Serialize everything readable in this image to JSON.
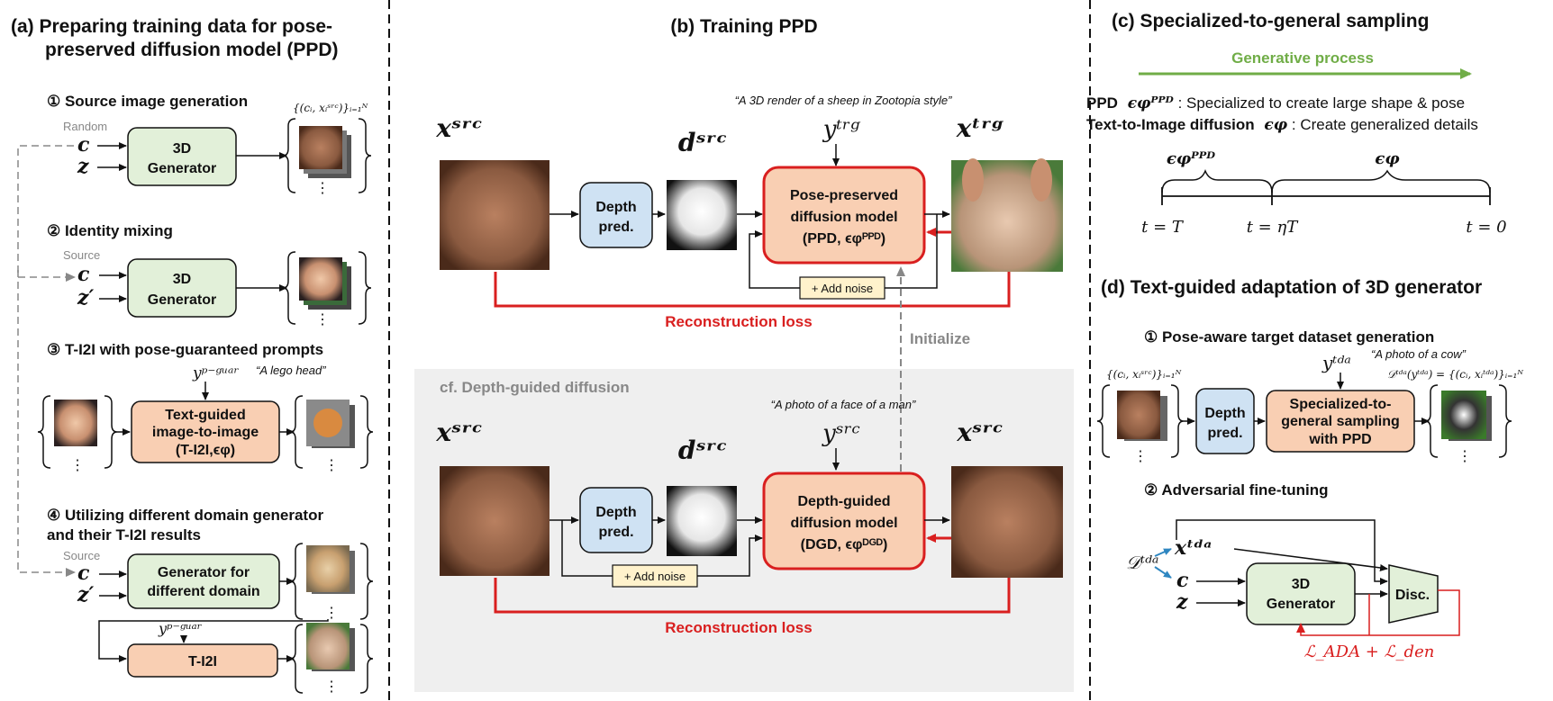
{
  "panel_a": {
    "title_line1": "(a) Preparing training data for pose-",
    "title_line2": "preserved diffusion model (PPD)",
    "step1": "① Source image generation",
    "step1_set": "{(cᵢ, xᵢˢʳᶜ)}ᵢ₌₁ᴺ",
    "random": "Random",
    "var_c": "c",
    "var_z": "z",
    "var_zp": "z′",
    "gen_line1": "3D",
    "gen_line2": "Generator",
    "step2": "② Identity mixing",
    "source": "Source",
    "step3": "③ T-I2I with pose-guaranteed prompts",
    "y_pguar": "yᵖ⁻ᵍᵘᵃʳ",
    "prompt_lego": "“A lego head”",
    "ti2i_line1": "Text-guided",
    "ti2i_line2": "image-to-image",
    "ti2i_line3": "(T-I2I,ϵφ)",
    "step4_line1": "④ Utilizing different domain generator",
    "step4_line2": "and their T-I2I results",
    "diffgen_line1": "Generator for",
    "diffgen_line2": "different domain",
    "ti2i_short": "T-I2I",
    "vdots": "⋮"
  },
  "panel_b": {
    "title": "(b) Training PPD",
    "x_src": "xˢʳᶜ",
    "d_src": "dˢʳᶜ",
    "y_trg": "yᵗʳᵍ",
    "x_trg": "xᵗʳᵍ",
    "prompt_sheep": "“A 3D render of a sheep in Zootopia style”",
    "depth_line1": "Depth",
    "depth_line2": "pred.",
    "ppd_line1": "Pose-preserved",
    "ppd_line2": "diffusion model",
    "ppd_line3": "(PPD, ϵφᴾᴾᴰ)",
    "add_noise": "+ Add noise",
    "recon_loss": "Reconstruction loss",
    "initialize": "Initialize",
    "cf_title": "cf. Depth-guided diffusion",
    "prompt_man": "“A photo of a face of a man”",
    "y_src": "yˢʳᶜ",
    "dgd_line1": "Depth-guided",
    "dgd_line2": "diffusion model",
    "dgd_line3": "(DGD, ϵφᴰᴳᴰ)"
  },
  "panel_c": {
    "title": "(c) Specialized-to-general sampling",
    "gen_process": "Generative process",
    "line1_bold": "PPD",
    "line1_sym": "ϵφᴾᴾᴰ",
    "line1_rest": ": Specialized to create large shape & pose",
    "line2_bold": "Text-to-Image diffusion",
    "line2_sym": "ϵφ",
    "line2_rest": ": Create generalized details",
    "brace1": "ϵφᴾᴾᴰ",
    "brace2": "ϵφ",
    "t_T": "t = T",
    "t_eta": "t = ηT",
    "t_0": "t = 0"
  },
  "panel_d": {
    "title": "(d) Text-guided adaptation of 3D generator",
    "step1": "① Pose-aware target dataset generation",
    "set_left": "{(cᵢ, xᵢˢʳᶜ)}ᵢ₌₁ᴺ",
    "y_tda": "yᵗᵈᵃ",
    "prompt_cow": "“A photo of a cow”",
    "set_right": "𝒟ᵗᵈᵃ(yᵗᵈᵃ) = {(cᵢ, xᵢᵗᵈᵃ)}ᵢ₌₁ᴺ",
    "depth_line1": "Depth",
    "depth_line2": "pred.",
    "s2g_line1": "Specialized-to-",
    "s2g_line2": "general sampling",
    "s2g_line3": "with PPD",
    "step2": "② Adversarial fine-tuning",
    "d_tda": "𝒟ᵗᵈᵃ",
    "x_tda": "xᵗᵈᵃ",
    "var_c": "c",
    "var_z": "z",
    "gen_line1": "3D",
    "gen_line2": "Generator",
    "disc": "Disc.",
    "loss": "ℒ_ADA + ℒ_den",
    "vdots": "⋮"
  },
  "colors": {
    "green_box": "#e2f0d9",
    "green_stroke": "#3d7a3d",
    "blue_box": "#cfe2f3",
    "orange_box": "#f9cfb3",
    "noise_box": "#fff2cc",
    "red": "#d91f1f",
    "green_arrow": "#70ad47",
    "gray_panel": "#efefef",
    "teal_arrow": "#2e86c1"
  }
}
